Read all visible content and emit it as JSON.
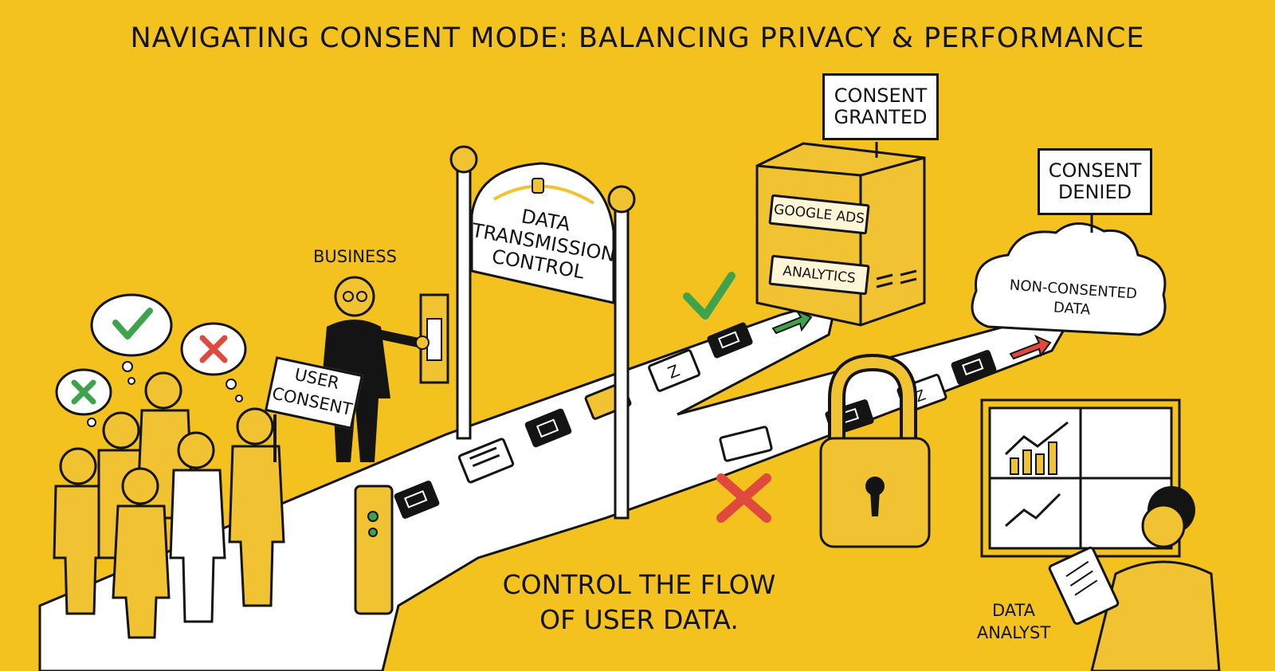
{
  "title": "NAVIGATING CONSENT MODE: BALANCING PRIVACY & PERFORMANCE",
  "gate_sign": [
    "DATA",
    "TRANSMISSION",
    "CONTROL"
  ],
  "business_label": "BUSINESS",
  "user_consent_sign": [
    "USER",
    "CONSENT"
  ],
  "consent_granted_sign": [
    "CONSENT",
    "GRANTED"
  ],
  "consent_denied_sign": [
    "CONSENT",
    "DENIED"
  ],
  "server_slots": [
    "GOOGLE ADS",
    "ANALYTICS"
  ],
  "cloud_label": [
    "NON-CONSENTED",
    "DATA"
  ],
  "bottom_caption": [
    "CONTROL THE FLOW",
    "OF USER DATA."
  ],
  "analyst_label": [
    "DATA",
    "ANALYST"
  ],
  "icons": [
    "check-mark",
    "x-mark",
    "padlock",
    "server-rack",
    "cloud",
    "analytics-board",
    "clipboard",
    "turnstile",
    "data-packet",
    "growth-arrow"
  ],
  "colors": {
    "background": "#f4c21e",
    "ink": "#141414",
    "check": "#3fa34d",
    "cross": "#e04a3c",
    "accent": "#f1c232",
    "path": "#ffffff"
  }
}
